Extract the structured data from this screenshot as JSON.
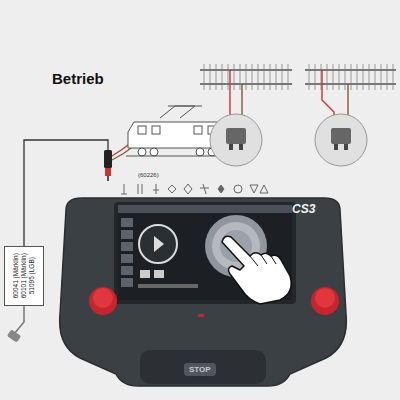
{
  "diagram": {
    "title": "Betrieb",
    "nodes": [
      {
        "text": [
          "60041 (Märklin) 60101 (Märklin) 51095 (LGB)"
        ]
      },
      {
        "text": [
          "CS3"
        ]
      },
      {
        "text": [
          "STOP"
        ],
        "in": 1
      }
    ],
    "labels": [
      "(60226)"
    ]
  }
}
